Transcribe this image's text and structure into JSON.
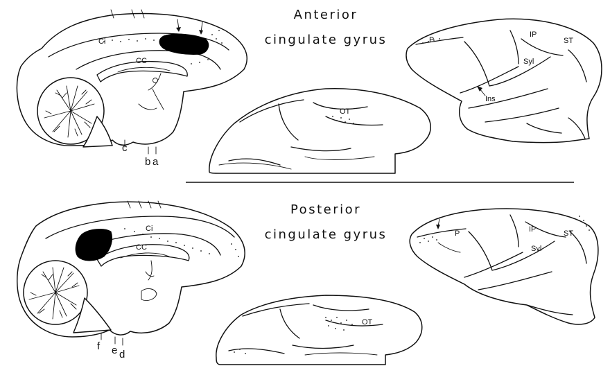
{
  "panels": [
    {
      "title_line1": "Anterior",
      "title_line2": "cingulate gyrus",
      "medial_labels": {
        "ci": "Ci",
        "cc": "CC"
      },
      "section_levels": [
        "c",
        "b",
        "a"
      ],
      "ventral_labels": {
        "ot": "OT"
      },
      "lateral_labels": {
        "p": "P",
        "ip": "IP",
        "st": "ST",
        "syl": "Syl",
        "ins": "Ins"
      }
    },
    {
      "title_line1": "Posterior",
      "title_line2": "cingulate gyrus",
      "medial_labels": {
        "ci": "Ci",
        "cc": "CC"
      },
      "section_levels": [
        "f",
        "e",
        "d"
      ],
      "ventral_labels": {
        "ot": "OT"
      },
      "lateral_labels": {
        "p": "P",
        "ip": "IP",
        "st": "ST",
        "syl": "Syl"
      }
    }
  ],
  "colors": {
    "ink": "#111111",
    "lesion": "#000000",
    "paper": "#ffffff"
  }
}
